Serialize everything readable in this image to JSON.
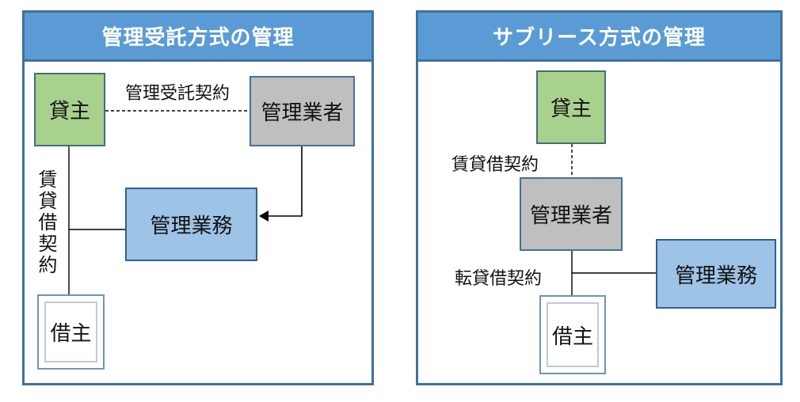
{
  "colors": {
    "header_bg": "#5B9BD5",
    "panel_border": "#41719C",
    "header_text": "#FFFFFF",
    "lessor_fill": "#A9D18E",
    "lessor_border": "#3F7075",
    "manager_fill": "#BFBFBF",
    "manager_border": "#41719C",
    "work_fill": "#9DC3E6",
    "work_border": "#2E618C",
    "tenant_fill": "#FFFFFF",
    "tenant_border_outer": "#6F94B5",
    "tenant_border_inner": "#BDCBDB",
    "line_color": "#000000"
  },
  "panels": [
    {
      "title": "管理受託方式の管理",
      "nodes": {
        "lessor": "貸主",
        "manager": "管理業者",
        "work": "管理業務",
        "tenant": "借主"
      },
      "labels": {
        "entrust_contract": "管理受託契約",
        "lease_contract": "賃貸借契約"
      }
    },
    {
      "title": "サブリース方式の管理",
      "nodes": {
        "lessor": "貸主",
        "manager": "管理業者",
        "work": "管理業務",
        "tenant": "借主"
      },
      "labels": {
        "lease_contract": "賃貸借契約",
        "sublease_contract": "転貸借契約"
      }
    }
  ]
}
